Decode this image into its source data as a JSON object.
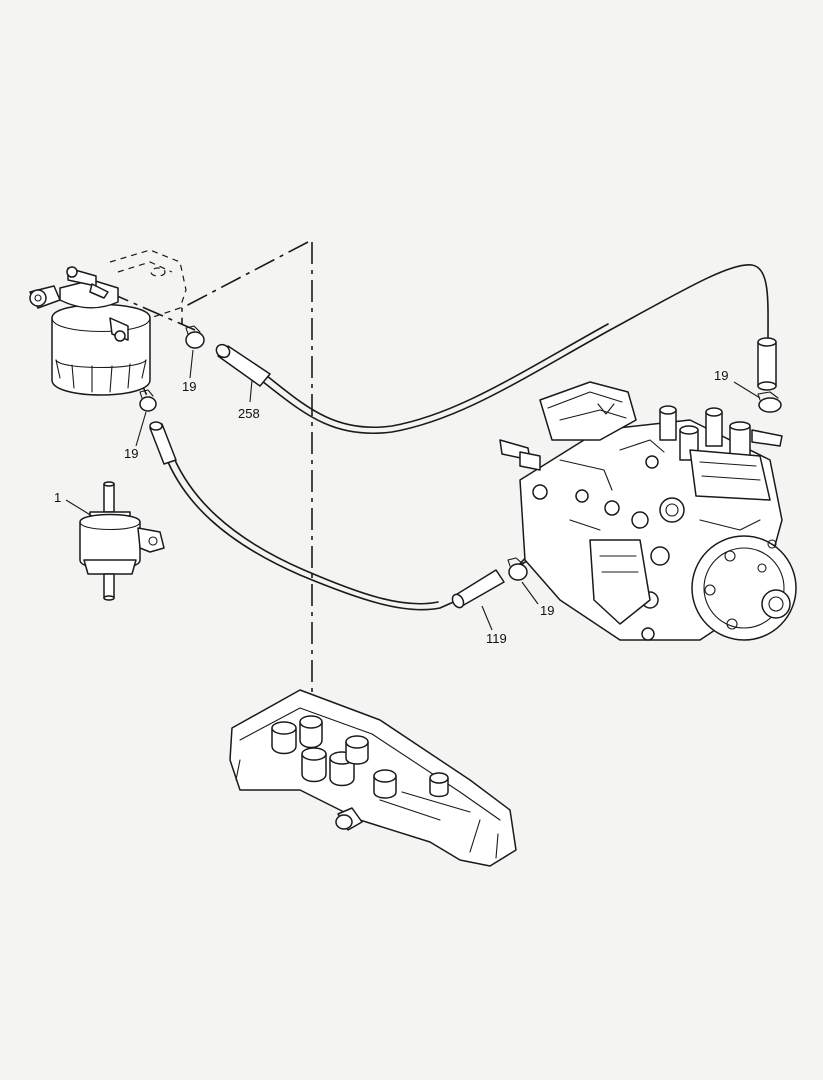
{
  "callouts": {
    "c_1": "1",
    "c_19_a": "19",
    "c_19_b": "19",
    "c_19_c": "19",
    "c_19_d": "19",
    "c_258": "258",
    "c_119": "119"
  }
}
